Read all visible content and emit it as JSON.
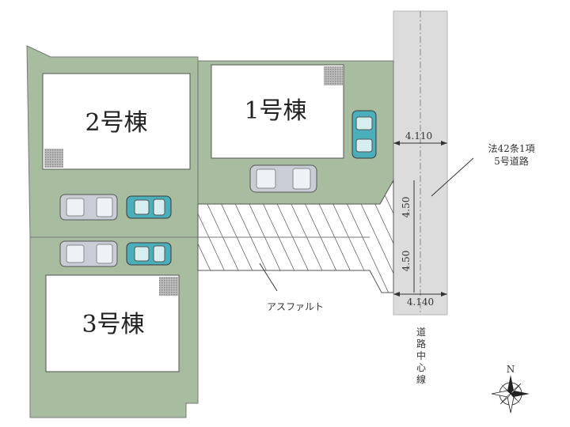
{
  "buildings": {
    "b1": "1号棟",
    "b2": "2号棟",
    "b3": "3号棟"
  },
  "dimensions": {
    "road_width_top": "4.110",
    "road_width_bottom": "4.140",
    "setback_upper": "4.50",
    "setback_lower": "4.50"
  },
  "road_note": {
    "line1": "法42条1項",
    "line2": "5号道路"
  },
  "surface_label": "アスファルト",
  "centerline_label": [
    "道",
    "路",
    "中",
    "心",
    "線"
  ],
  "compass_label": "N",
  "colors": {
    "lot_green": "#a8bca0",
    "road_gray": "#dcdcdc",
    "car_teal": "#4aaebb",
    "car_silver": "#c9ced6"
  }
}
